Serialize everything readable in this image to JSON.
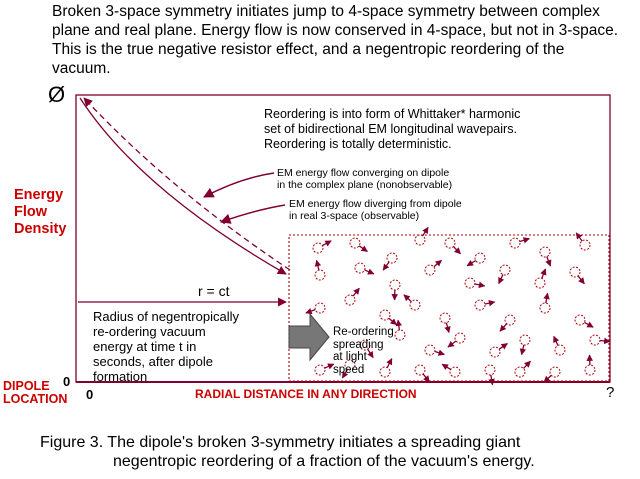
{
  "header": {
    "text": "Broken 3-space symmetry initiates jump to 4-space symmetry between complex plane and real plane.  Energy flow is now conserved in 4-space, but not in 3-space.  This is the true negative resistor effect, and a negentropic reordering of the vacuum."
  },
  "axis": {
    "y_top_symbol": "Ø",
    "y_label_lines": [
      "Energy",
      "Flow",
      "Density"
    ],
    "x_label": "RADIAL DISTANCE IN ANY DIRECTION",
    "origin_y": "0",
    "origin_x": "0",
    "x_end": "?",
    "dipole_label_lines": [
      "DIPOLE",
      "LOCATION"
    ]
  },
  "annotations": {
    "reordering_lines": [
      "Reordering is into form of Whittaker* harmonic",
      "set of bidirectional EM longitudinal wavepairs.",
      "Reordering is totally deterministic."
    ],
    "converging_lines": [
      "EM energy flow converging on dipole",
      "in the complex plane (nonobservable)"
    ],
    "diverging_lines": [
      "EM energy flow diverging from dipole",
      "in real 3-space (observable)"
    ],
    "r_ct": "r = ct",
    "radius_lines": [
      "Radius of negentropically",
      "re-ordering vacuum",
      "energy at time t in",
      "seconds, after dipole",
      "formation"
    ],
    "spreading_lines": [
      "Re-ordering",
      "spreading",
      "at light",
      "speed"
    ]
  },
  "caption": {
    "line1": "Figure 3.  The dipole's broken 3-symmetry initiates a spreading giant",
    "line2": "negentropic reordering of a fraction of the vacuum's energy."
  },
  "colors": {
    "axis_red": "#cc0000",
    "arrow_maroon": "#800030",
    "circle_red": "#b00000",
    "box_gray": "#707070"
  }
}
